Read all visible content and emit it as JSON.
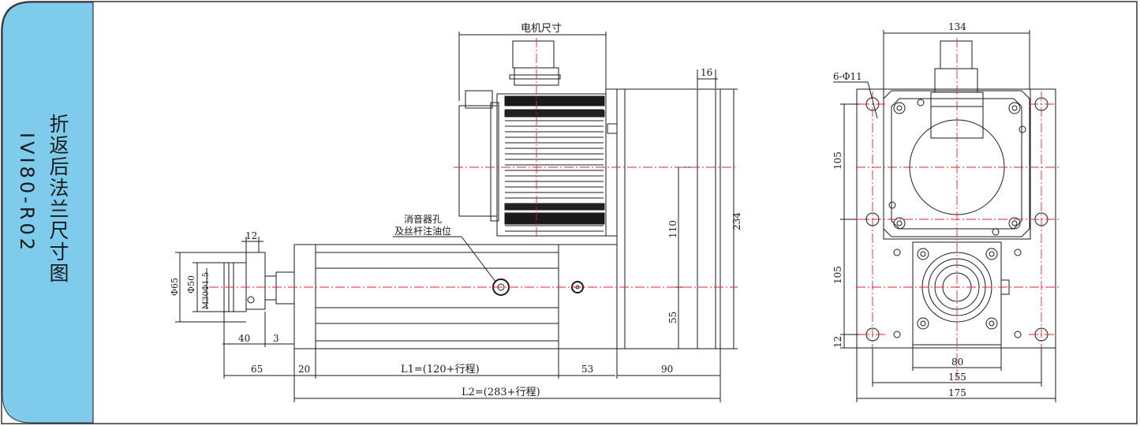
{
  "sidebar": {
    "title": "折返后法兰尺寸图",
    "model": "IVI80-R02",
    "color": "#7ecbec"
  },
  "side_view": {
    "motor_label": "电机尺寸",
    "muffler_label_line1": "消音器孔",
    "muffler_label_line2": "及丝杆注油位",
    "dim_16": "16",
    "dim_12_top": "12",
    "dim_234": "234",
    "dim_110": "110",
    "dim_55": "55",
    "dim_phi65": "Φ65",
    "dim_phi50": "Φ50",
    "dim_m30": "M30Φ1.5",
    "dim_40": "40",
    "dim_3": "3",
    "dim_65": "65",
    "dim_20": "20",
    "dim_l1": "L1=(120+行程)",
    "dim_53": "53",
    "dim_90": "90",
    "dim_l2": "L2=(283+行程)"
  },
  "end_view": {
    "dim_134": "134",
    "dim_hole": "6-Φ11",
    "dim_105_upper": "105",
    "dim_105_lower": "105",
    "dim_12": "12",
    "dim_80": "80",
    "dim_155": "155",
    "dim_175": "175"
  },
  "colors": {
    "line": "#1a1a1a",
    "centerline": "#e0262f",
    "frame": "#333333"
  }
}
